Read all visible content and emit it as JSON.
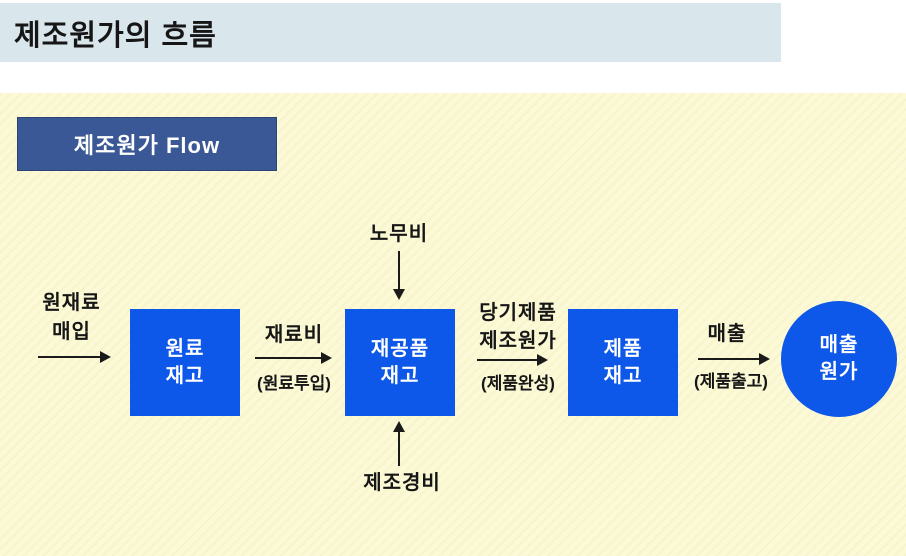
{
  "header": {
    "title": "제조원가의 흐름"
  },
  "panel": {
    "flow_label": "제조원가 Flow"
  },
  "diagram": {
    "purchase_label": "원재료\n매입",
    "material_cost_label": "재료비",
    "material_cost_sub": "(원료투입)",
    "labor_cost_label": "노무비",
    "overhead_label": "제조경비",
    "cogm_label": "당기제품\n제조원가",
    "cogm_sub": "(제품완성)",
    "sales_label": "매출",
    "sales_sub": "(제품출고)",
    "nodes": {
      "raw": "원료\n재고",
      "wip": "재공품\n재고",
      "finished": "제품\n재고",
      "cogs": "매출\n원가"
    }
  },
  "colors": {
    "header_bg": "#d9e7ec",
    "panel_bg": "#fbf9d6",
    "node_blue": "#0d57e9",
    "navy": "#3a5796",
    "text_dark": "#161616"
  }
}
